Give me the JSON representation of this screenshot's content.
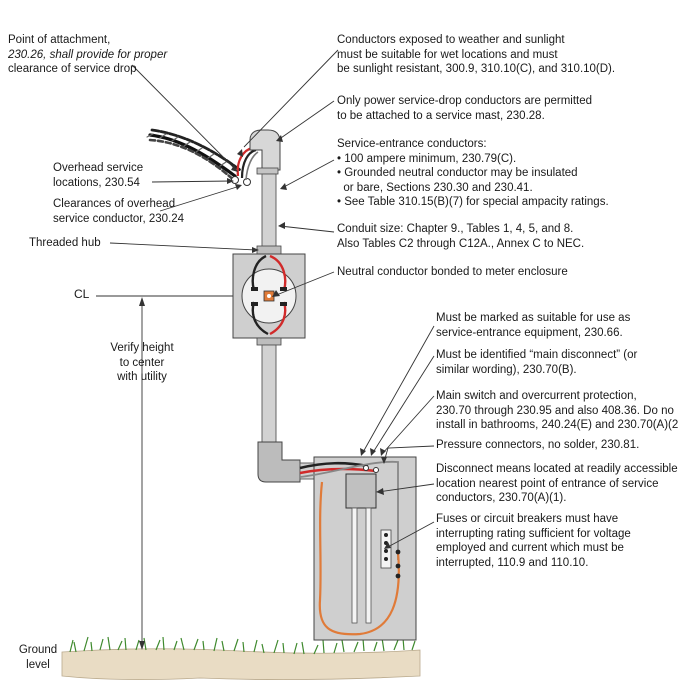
{
  "labels": {
    "point_of_attachment": [
      "Point of attachment,",
      "230.26, shall provide for proper",
      "clearance of service drop"
    ],
    "conductors_exposed": [
      "Conductors exposed to weather and sunlight",
      "must be suitable for wet locations and must",
      "be sunlight resistant, 300.9, 310.10(C), and 310.10(D)."
    ],
    "only_power": [
      "Only power service-drop conductors are permitted",
      "to be attached to a service mast, 230.28."
    ],
    "service_entrance": [
      "Service-entrance conductors:",
      "• 100 ampere minimum, 230.79(C).",
      "• Grounded neutral conductor may be insulated",
      "  or bare, Sections 230.30 and 230.41.",
      "• See Table 310.15(B)(7) for special ampacity ratings."
    ],
    "overhead_locations": [
      "Overhead service",
      "locations, 230.54"
    ],
    "clearances": [
      "Clearances of overhead",
      "service conductor, 230.24"
    ],
    "threaded_hub": "Threaded hub",
    "conduit_size": [
      "Conduit size: Chapter 9., Tables 1, 4, 5, and 8.",
      "Also Tables C2 through C12A., Annex C to NEC."
    ],
    "neutral_bonded": "Neutral conductor bonded to meter enclosure",
    "centerline": "CL",
    "verify_height": [
      "Verify height",
      "to center",
      "with utility"
    ],
    "marked_suitable": [
      "Must be marked as suitable for use as",
      "service-entrance equipment, 230.66."
    ],
    "main_disconnect": [
      "Must be identified “main disconnect” (or",
      "similar wording), 230.70(B)."
    ],
    "main_switch": [
      "Main switch and overcurrent protection,",
      "230.70 through 230.95 and also 408.36. Do no",
      "install in bathrooms, 240.24(E) and 230.70(A)(2"
    ],
    "pressure_connectors": "Pressure connectors, no solder, 230.81.",
    "disconnect_means": [
      "Disconnect means located at readily accessible",
      "location nearest point of entrance of service",
      "conductors, 230.70(A)(1)."
    ],
    "fuses": [
      "Fuses or circuit breakers must have",
      "interrupting rating sufficient for voltage",
      "employed and current which must be",
      "interrupted, 110.9 and 110.10."
    ],
    "ground_level": [
      "Ground",
      "level"
    ]
  },
  "colors": {
    "conduit": "#d2d2d2",
    "enclosure": "#cfcfcf",
    "red_wire": "#d12a2a",
    "black_wire": "#222222",
    "orange_wire": "#e07b39",
    "ground": "#e9dcc4",
    "grass": "#3f8a2e",
    "line": "#333333"
  }
}
